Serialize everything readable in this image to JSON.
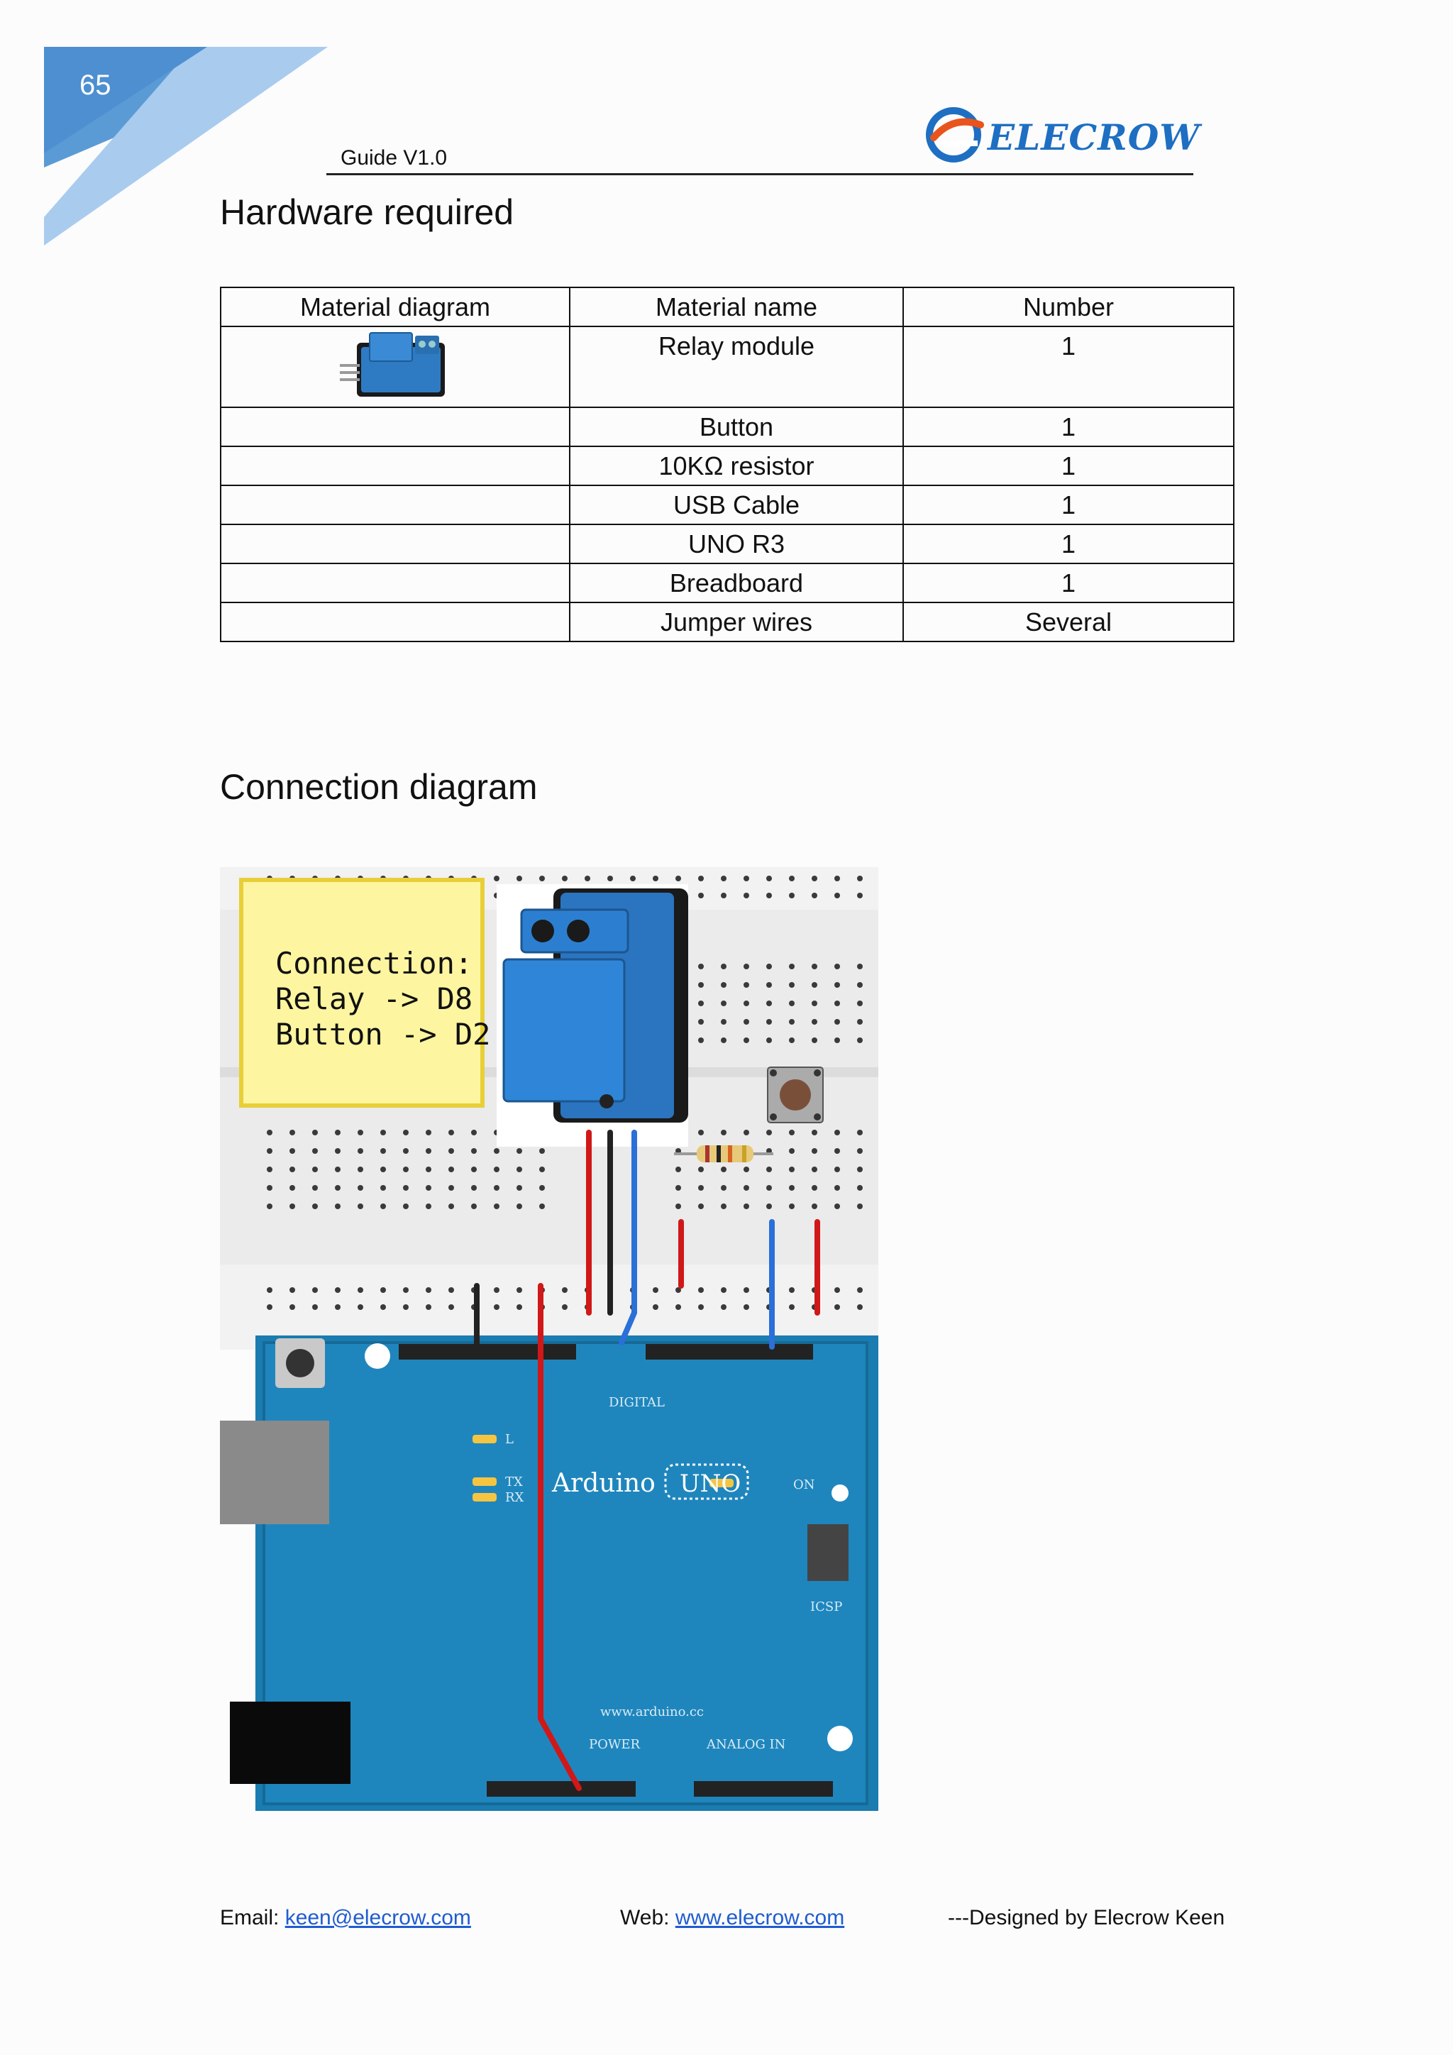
{
  "header": {
    "page_number": "65",
    "guide_label": "Guide  V1.0",
    "logo_text": "ELECROW"
  },
  "hardware": {
    "title": "Hardware required",
    "columns": [
      "Material diagram",
      "Material name",
      "Number"
    ],
    "rows": [
      {
        "name": "Relay module",
        "number": "1"
      },
      {
        "name": "Button",
        "number": "1"
      },
      {
        "name": "10KΩ resistor",
        "number": "1"
      },
      {
        "name": "USB Cable",
        "number": "1"
      },
      {
        "name": "UNO R3",
        "number": "1"
      },
      {
        "name": "Breadboard",
        "number": "1"
      },
      {
        "name": "Jumper wires",
        "number": "Several"
      }
    ]
  },
  "connection": {
    "title": "Connection diagram",
    "note_line1": "Connection:",
    "note_line2": "Relay -> D8",
    "note_line3": "Button -> D2",
    "board": {
      "name": "Arduino",
      "model": "UNO",
      "digital": "DIGITAL",
      "power": "POWER",
      "analog_in": "ANALOG  IN",
      "site": "www.arduino.cc",
      "icsp": "ICSP",
      "on": "ON",
      "led_l": "L",
      "led_tx": "TX",
      "led_rx": "RX"
    },
    "colors": {
      "board": "#1a7cb0",
      "note_bg": "#fdf5a0",
      "relay": "#2b74c0",
      "wire_red": "#d01818",
      "wire_black": "#222222",
      "wire_blue": "#2a70d8"
    }
  },
  "footer": {
    "email_label": "Email: ",
    "email": "keen@elecrow.com",
    "web_label": "Web: ",
    "web": "www.elecrow.com",
    "designed_prefix": "---Designed by ",
    "designer": "Elecrow Keen"
  }
}
